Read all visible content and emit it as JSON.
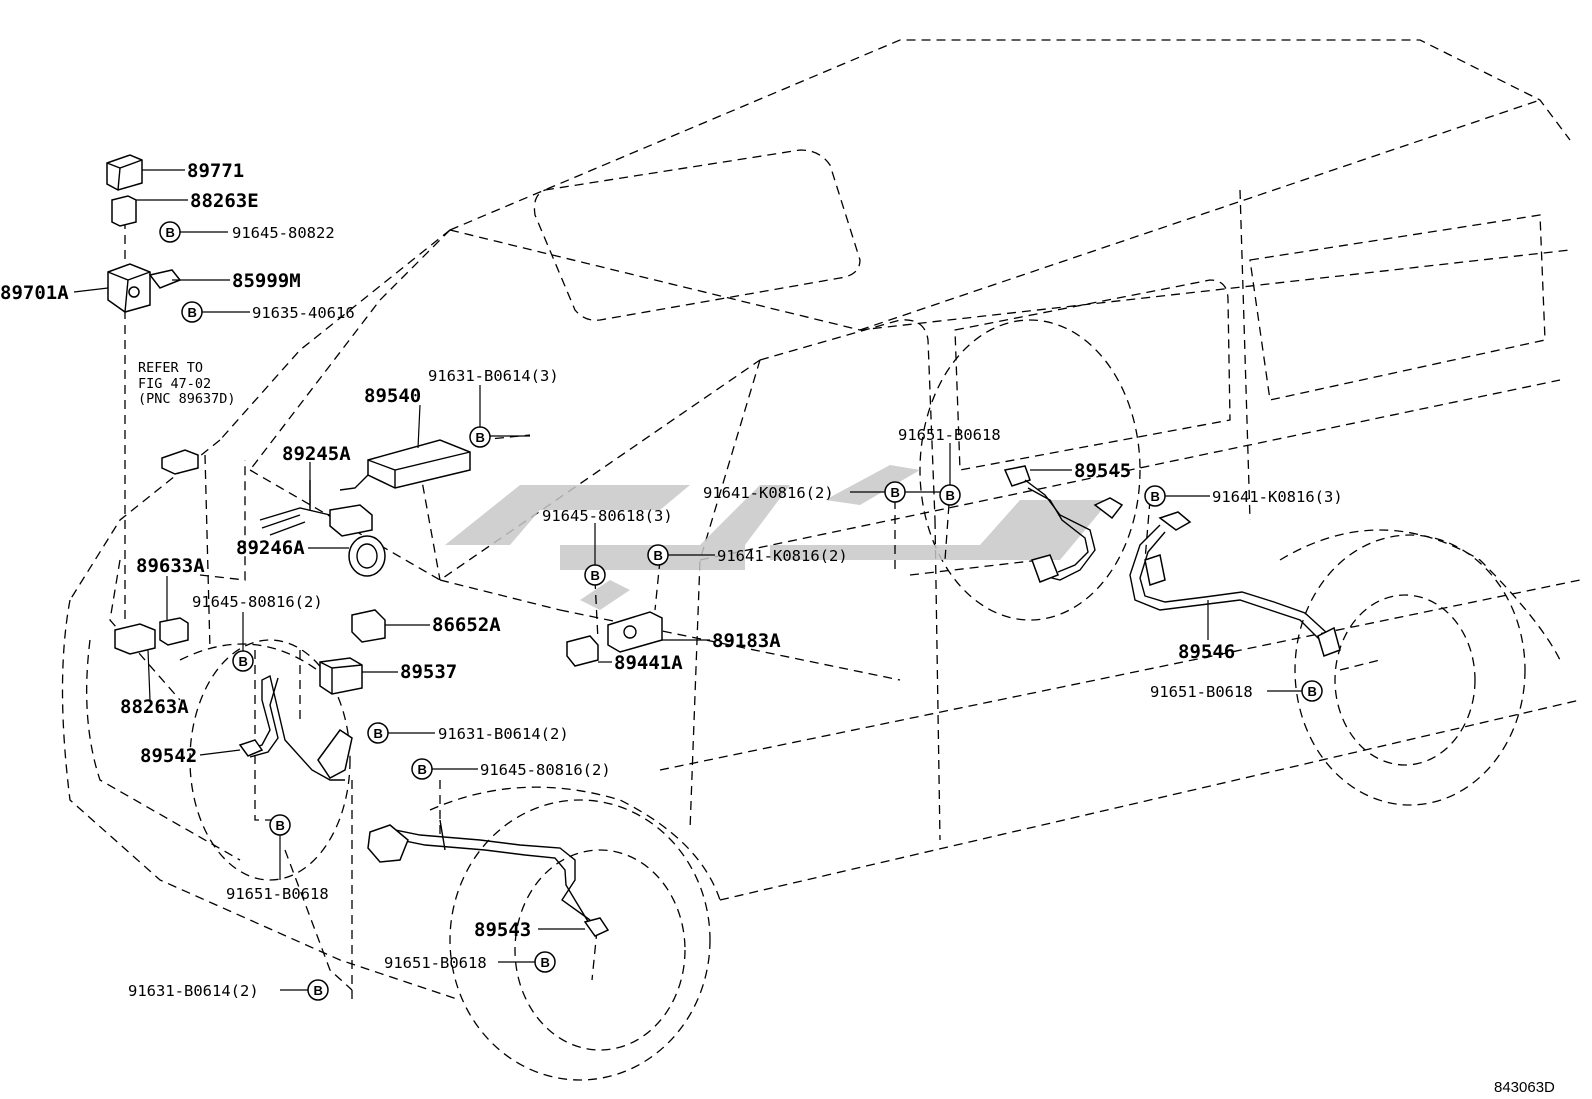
{
  "labels": {
    "p89771": "89771",
    "p88263E": "88263E",
    "p91645_80822": "91645-80822",
    "p89701A": "89701A",
    "p85999M": "85999M",
    "p91635_40616": "91635-40616",
    "refer_line1": "REFER TO",
    "refer_line2": "FIG 47-02",
    "refer_line3": "(PNC 89637D)",
    "p91631_B0614_3": "91631-B0614(3)",
    "p89540": "89540",
    "p89245A": "89245A",
    "p89246A": "89246A",
    "p89633A": "89633A",
    "p91645_80816_2_left": "91645-80816(2)",
    "p88263A": "88263A",
    "p89542": "89542",
    "p86652A": "86652A",
    "p89537": "89537",
    "p91631_B0614_2_mid": "91631-B0614(2)",
    "p91645_80816_2_mid": "91645-80816(2)",
    "p91651_B0618_left": "91651-B0618",
    "p91631_B0614_2_bottom": "91631-B0614(2)",
    "p91645_80618_3": "91645-80618(3)",
    "p91641_K0816_2_mid": "91641-K0816(2)",
    "p89183A": "89183A",
    "p89441A": "89441A",
    "p89543": "89543",
    "p91651_B0618_bottom": "91651-B0618",
    "p91651_B0618_top": "91651-B0618",
    "p91641_K0816_2_top": "91641-K0816(2)",
    "p89545": "89545",
    "p91641_K0816_3": "91641-K0816(3)",
    "p89546": "89546",
    "p91651_B0618_right": "91651-B0618",
    "diagram_code": "843063D"
  },
  "bolt_symbol": "B",
  "icons": {
    "bolt": "bolt-symbol-icon",
    "watermark": "watermark-logo"
  },
  "colors": {
    "line": "#000000",
    "background": "#ffffff",
    "watermark": "#c8c8c8"
  }
}
